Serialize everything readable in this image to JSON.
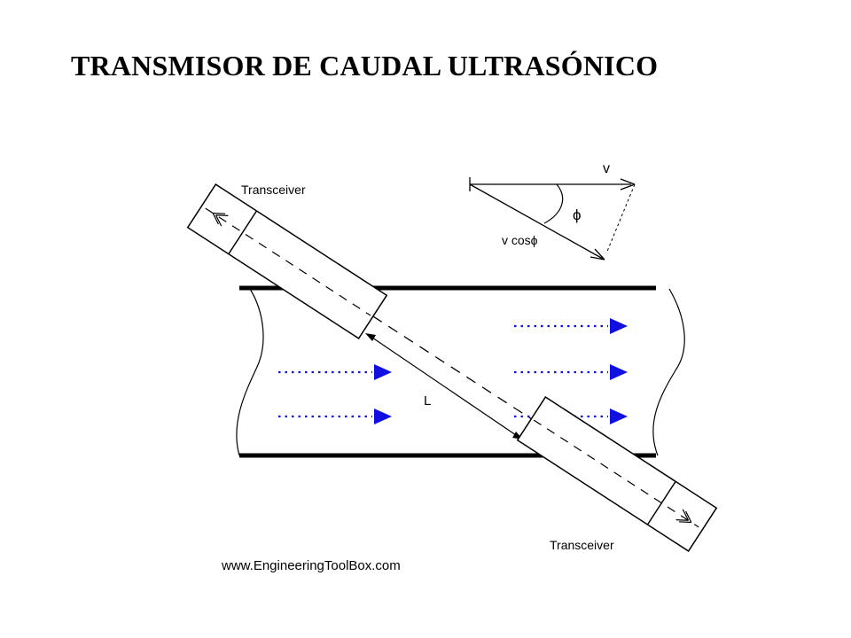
{
  "title": "TRANSMISOR DE CAUDAL ULTRASÓNICO",
  "diagram": {
    "transceiver_top_label": "Transceiver",
    "transceiver_bottom_label": "Transceiver",
    "path_length_label": "L",
    "vector_v_label": "v",
    "vector_angle_label": "ϕ",
    "vector_component_label": "v cosϕ",
    "source_credit": "www.EngineeringToolBox.com"
  },
  "colors": {
    "flow_arrows": "#1010e0",
    "lines": "#000000",
    "background": "#ffffff"
  }
}
